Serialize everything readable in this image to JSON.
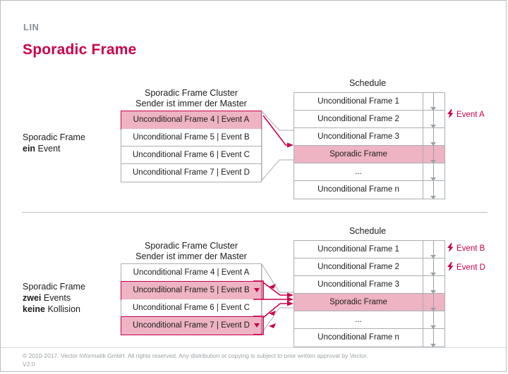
{
  "header": {
    "kicker": "LIN",
    "title": "Sporadic Frame"
  },
  "colors": {
    "accent": "#c8004b",
    "highlight_fill": "#eeb4c3",
    "border": "#a9aeb2",
    "kicker_gray": "#8b9196",
    "footer_gray": "#9aa0a4"
  },
  "sections": [
    {
      "caption_line1": "Sporadic Frame",
      "caption_bold": "ein",
      "caption_rest": " Event",
      "cluster_title_line1": "Sporadic Frame Cluster",
      "cluster_title_line2": "Sender ist immer der Master",
      "cluster_rows": [
        {
          "label": "Unconditional Frame 4 | Event A",
          "state": "active"
        },
        {
          "label": "Unconditional Frame 5 | Event B",
          "state": "normal"
        },
        {
          "label": "Unconditional Frame 6 | Event C",
          "state": "normal"
        },
        {
          "label": "Unconditional Frame 7 | Event D",
          "state": "normal"
        }
      ],
      "schedule_title": "Schedule",
      "schedule_rows": [
        {
          "label": "Unconditional Frame 1",
          "state": "normal"
        },
        {
          "label": "Unconditional Frame 2",
          "state": "normal"
        },
        {
          "label": "Unconditional Frame 3",
          "state": "normal"
        },
        {
          "label": "Sporadic Frame",
          "state": "highlight"
        },
        {
          "label": "...",
          "state": "normal"
        },
        {
          "label": "Unconditional Frame n",
          "state": "normal"
        }
      ],
      "events": [
        "Event A"
      ]
    },
    {
      "caption_line1": "Sporadic Frame",
      "caption_bold": "zwei",
      "caption_rest": " Events",
      "caption_bold2": "keine",
      "caption_rest2": " Kollision",
      "cluster_title_line1": "Sporadic Frame Cluster",
      "cluster_title_line2": "Sender ist immer der Master",
      "cluster_rows": [
        {
          "label": "Unconditional Frame 4 | Event A",
          "state": "normal"
        },
        {
          "label": "Unconditional Frame 5 | Event B",
          "state": "active"
        },
        {
          "label": "Unconditional Frame 6 | Event C",
          "state": "normal"
        },
        {
          "label": "Unconditional Frame 7 | Event D",
          "state": "active"
        }
      ],
      "schedule_title": "Schedule",
      "schedule_rows": [
        {
          "label": "Unconditional Frame 1",
          "state": "normal"
        },
        {
          "label": "Unconditional Frame 2",
          "state": "normal"
        },
        {
          "label": "Unconditional Frame 3",
          "state": "normal"
        },
        {
          "label": "Sporadic Frame",
          "state": "highlight"
        },
        {
          "label": "...",
          "state": "normal"
        },
        {
          "label": "Unconditional Frame n",
          "state": "normal"
        }
      ],
      "events": [
        "Event B",
        "Event D"
      ]
    }
  ],
  "footer": {
    "line1": "© 2010-2017. Vector Informatik GmbH. All rights reserved. Any distribution or copying is subject to prior written approval by Vector.",
    "line2": "V2.0"
  }
}
